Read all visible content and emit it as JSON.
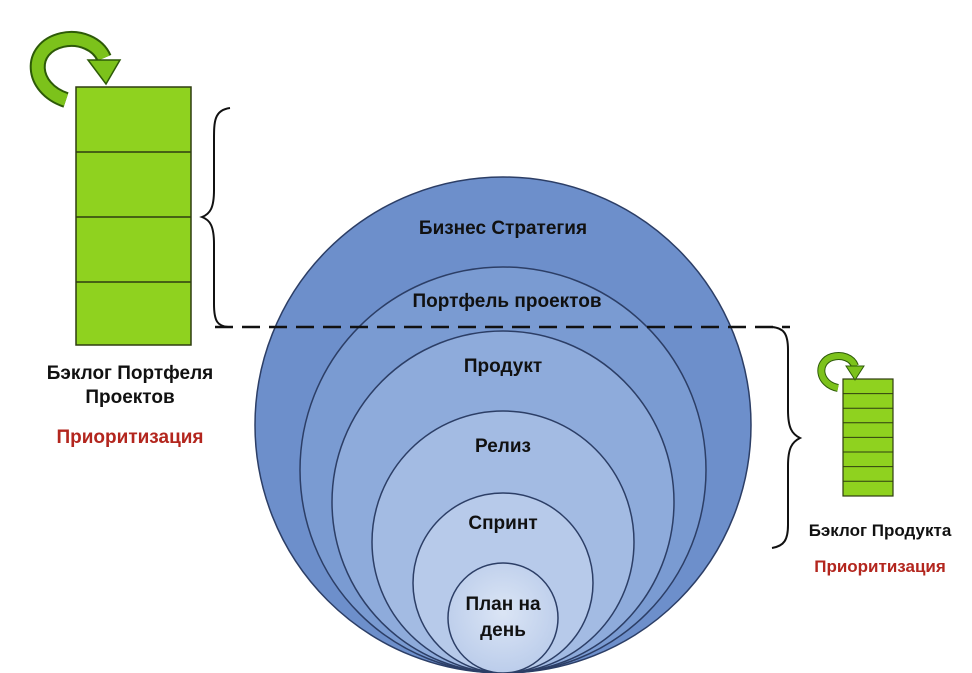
{
  "levels": [
    {
      "label": "Бизнес Стратегия"
    },
    {
      "label": "Портфель проектов"
    },
    {
      "label": "Продукт"
    },
    {
      "label": "Релиз"
    },
    {
      "label": "Спринт"
    },
    {
      "label_line1": "План на",
      "label_line2": "день"
    }
  ],
  "portfolio_backlog": {
    "title_line1": "Бэклог Портфеля",
    "title_line2": "Проектов",
    "prioritization": "Приоритизация"
  },
  "product_backlog": {
    "title": "Бэклог Продукта",
    "prioritization": "Приоритизация"
  },
  "colors": {
    "backlog_green": "#8fd21f",
    "arrow_green": "#7cc21b",
    "circle_outer": "#6b8fcb",
    "circle_inner": "#c9d6ee",
    "prioritization_red": "#b3261e"
  }
}
